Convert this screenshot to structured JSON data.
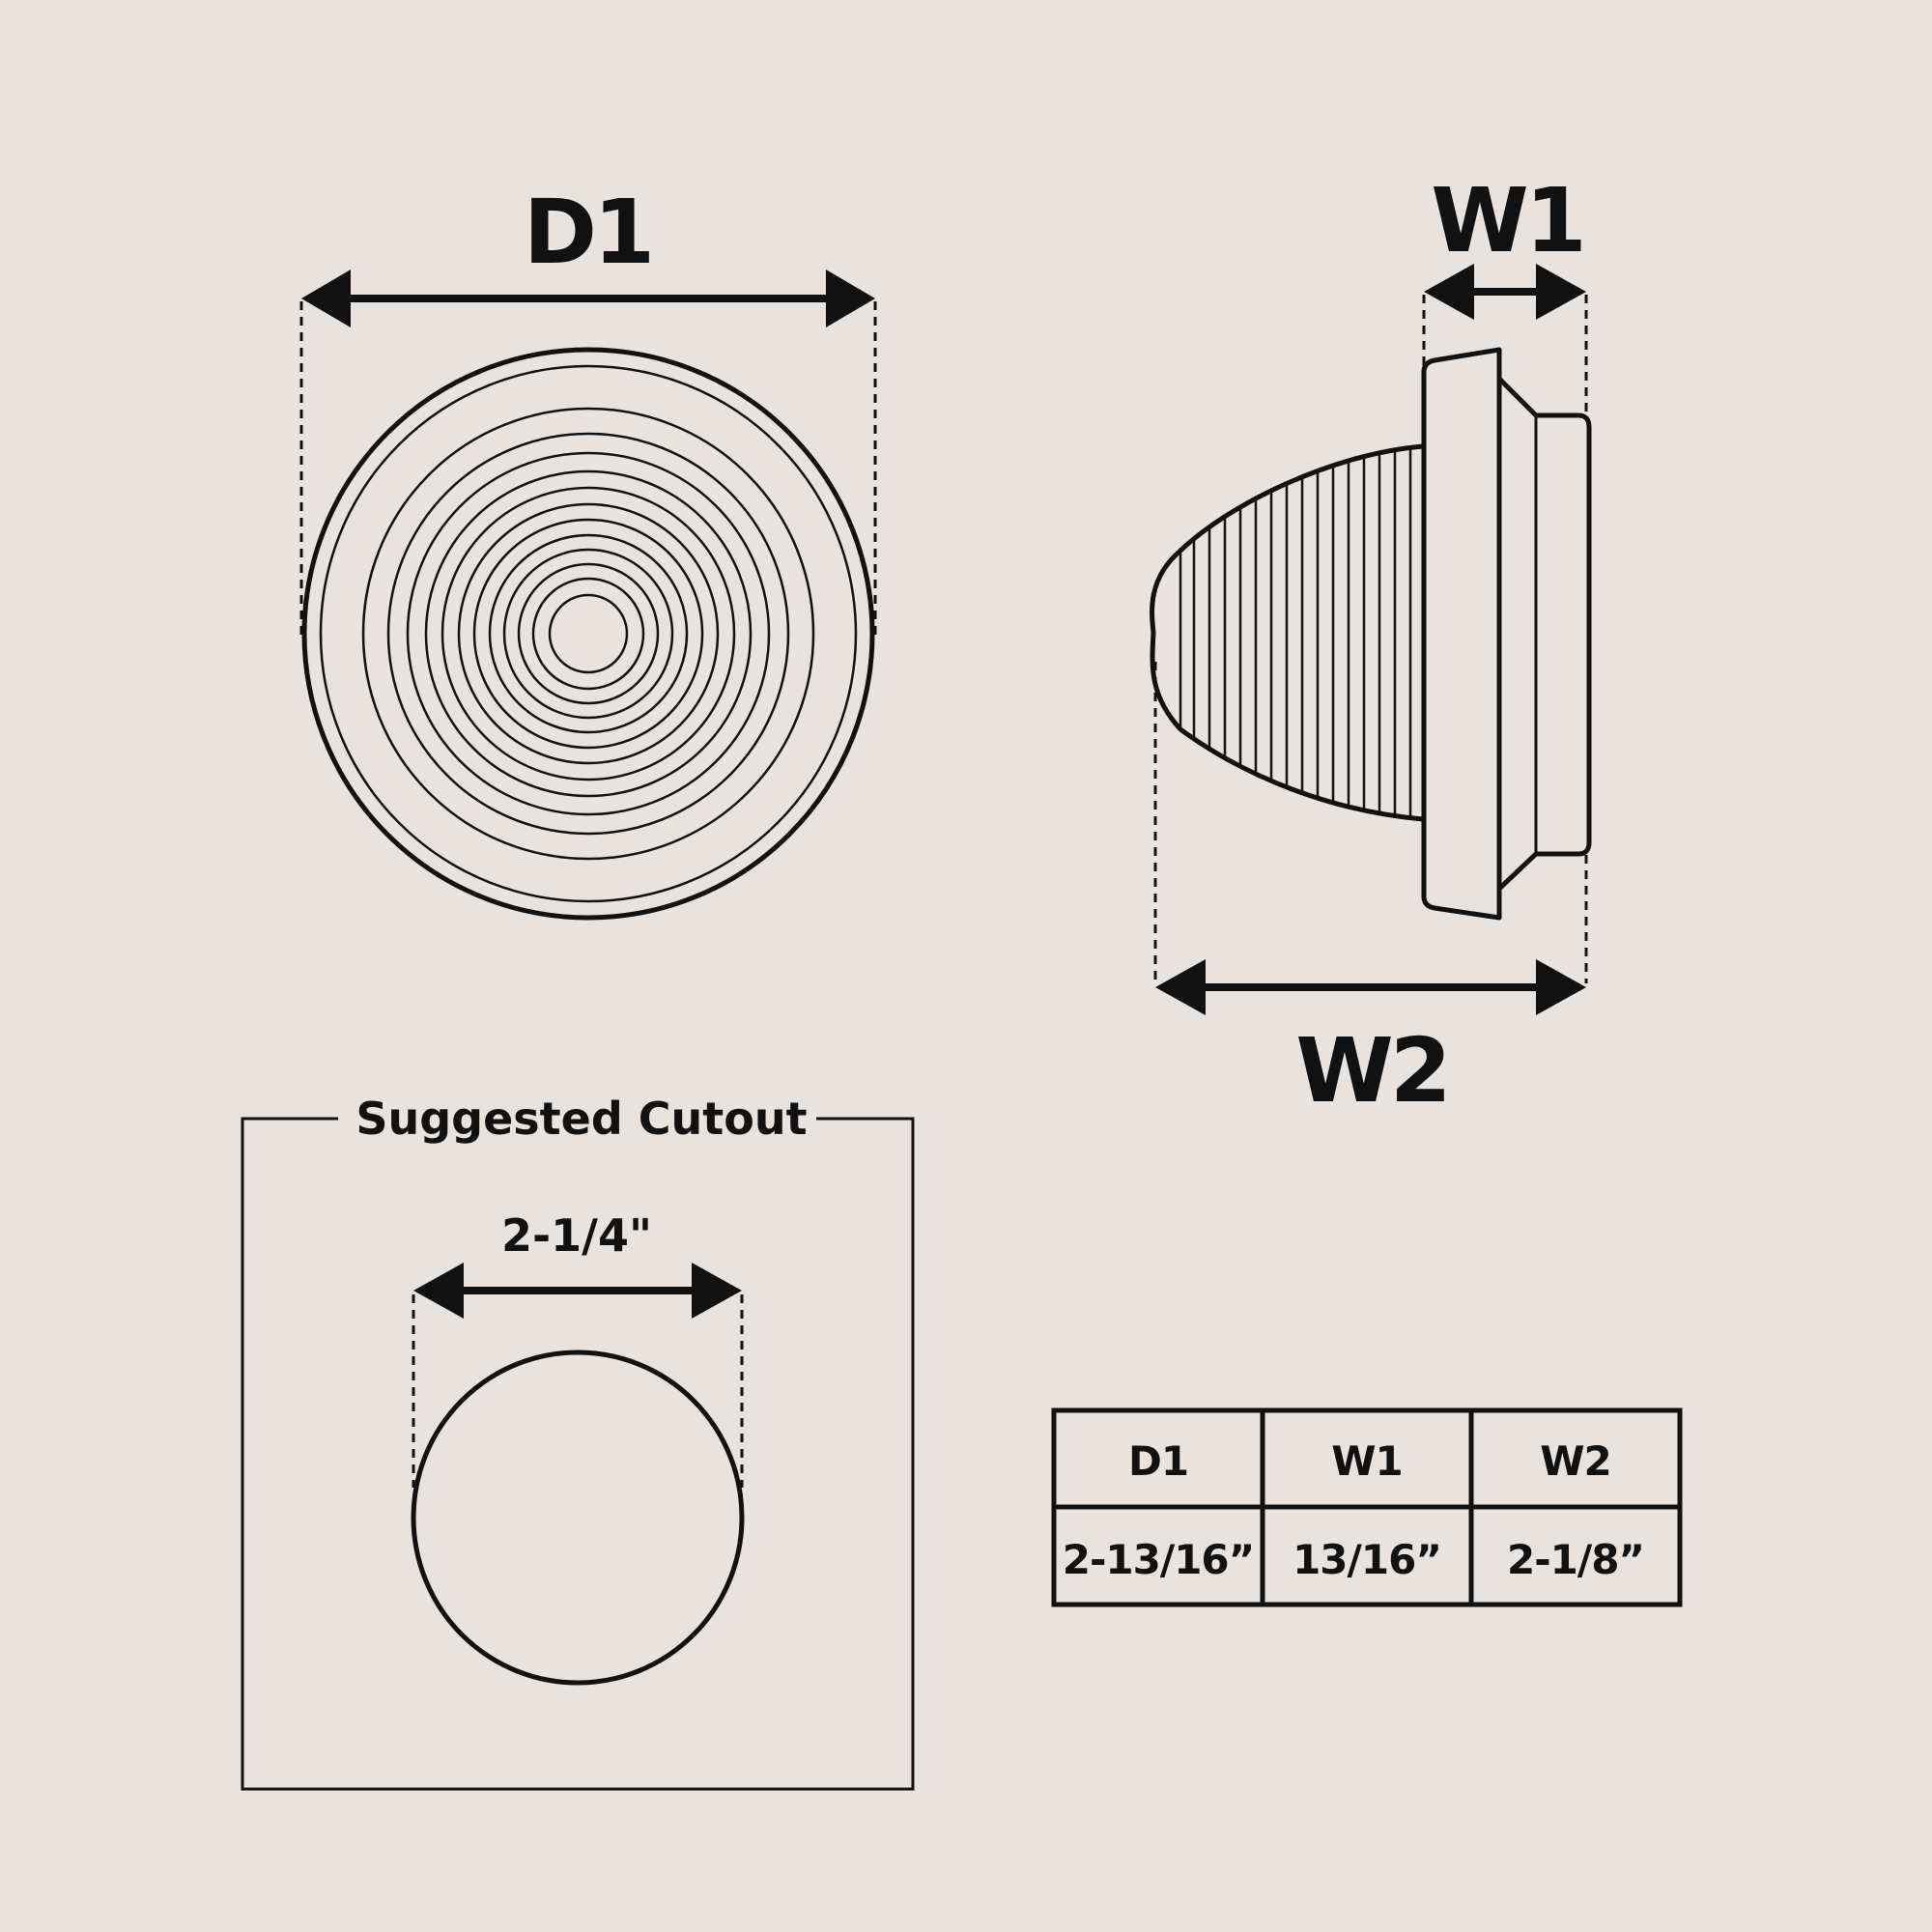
{
  "front_view": {
    "dimension_label": "D1"
  },
  "side_view": {
    "top_dimension_label": "W1",
    "bottom_dimension_label": "W2"
  },
  "cutout": {
    "title": "Suggested Cutout",
    "dimension_label": "2-1/4\""
  },
  "spec_table": {
    "headers": [
      "D1",
      "W1",
      "W2"
    ],
    "values": [
      "2-13/16”",
      "13/16”",
      "2-1/8”"
    ]
  },
  "colors": {
    "background": "#e9e3df",
    "line": "#111111"
  }
}
